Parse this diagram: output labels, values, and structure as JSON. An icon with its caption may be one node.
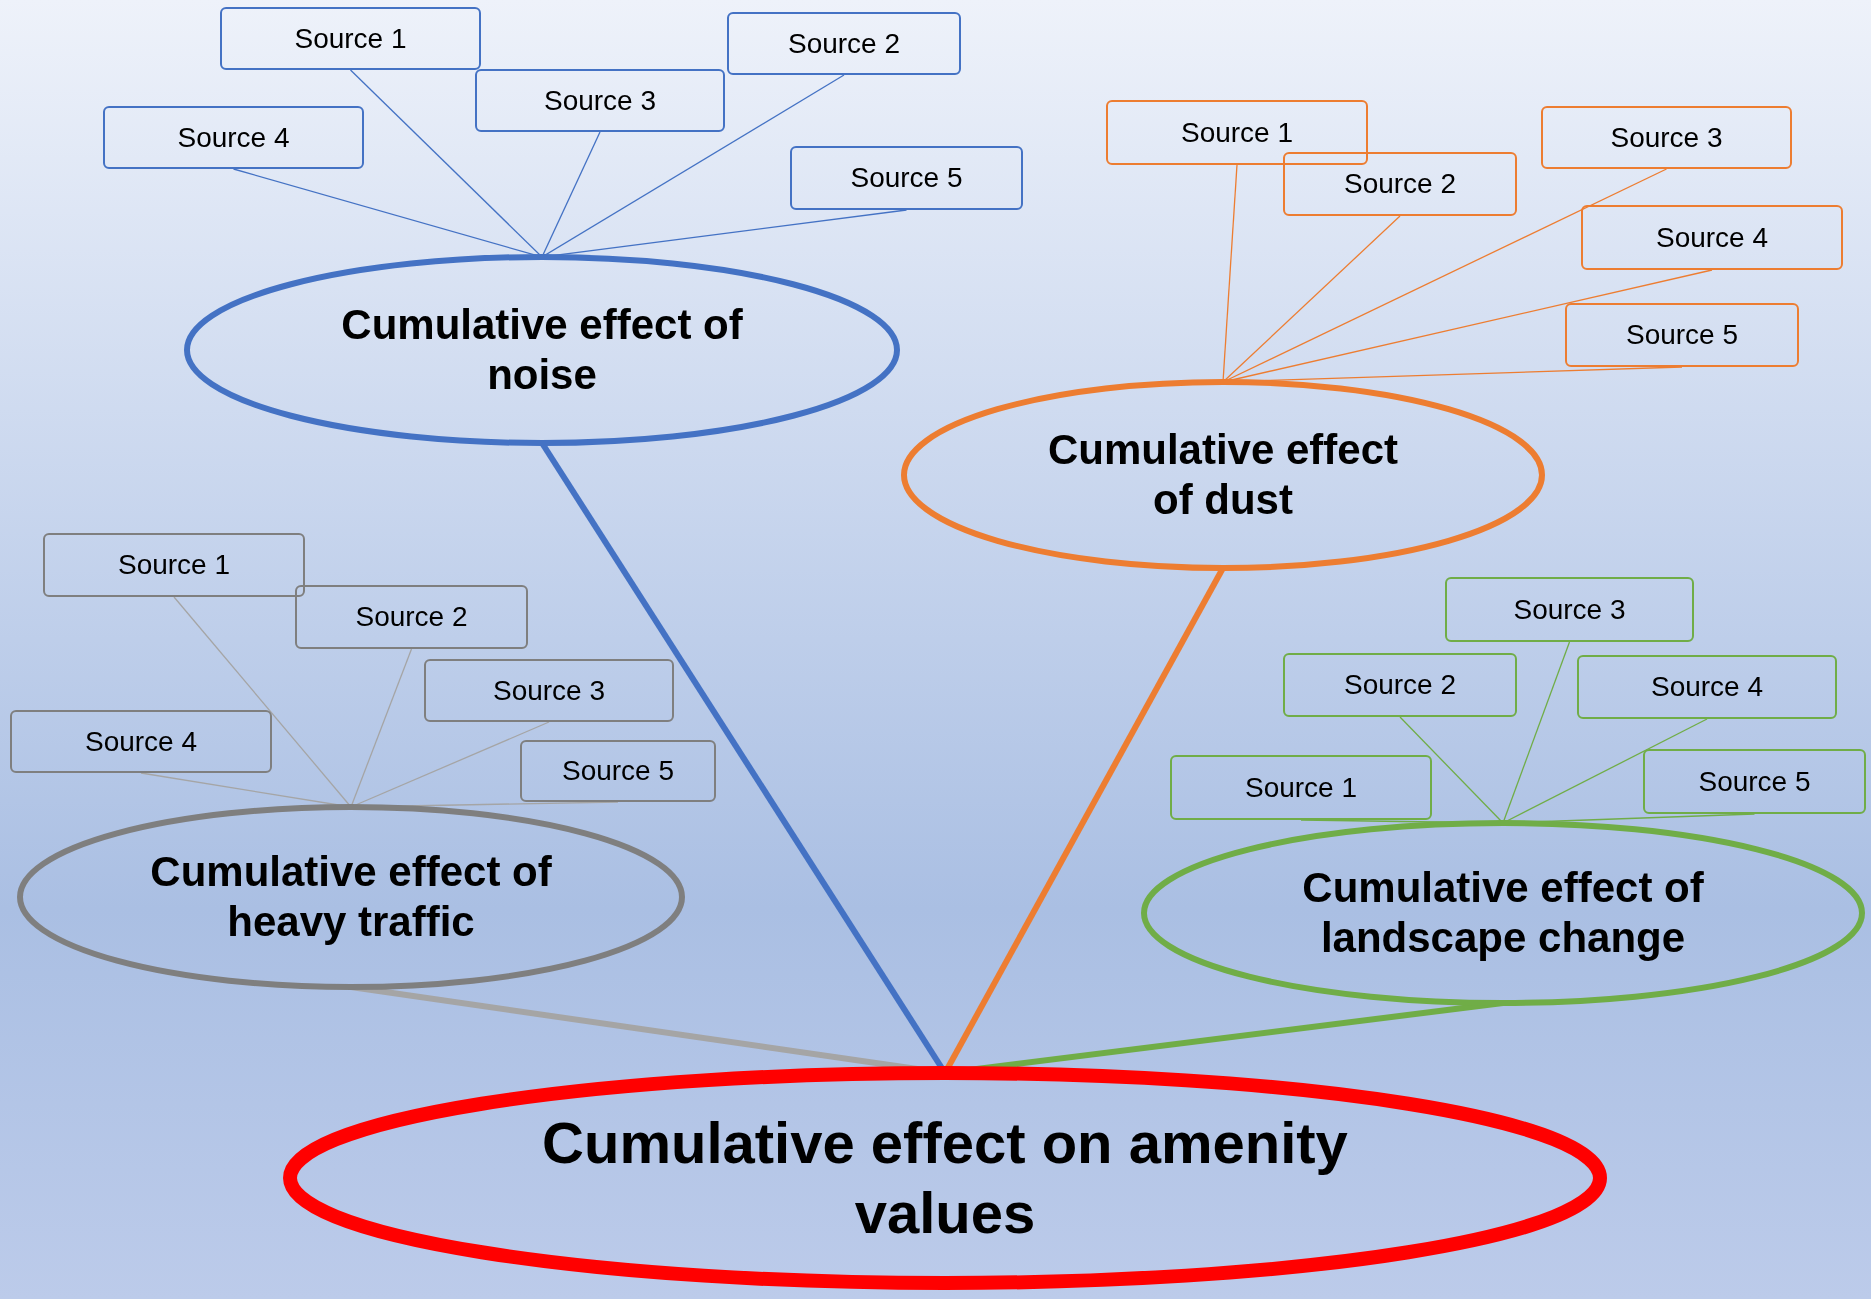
{
  "diagram": {
    "nodes": [
      {
        "text": [
          "Cumulative effect of noise"
        ]
      },
      {
        "text": [
          "Source 1"
        ]
      },
      {
        "text": [
          "Source 2"
        ]
      },
      {
        "text": [
          "Source 3"
        ]
      },
      {
        "text": [
          "Source 4"
        ]
      },
      {
        "text": [
          "Source 5"
        ]
      },
      {
        "text": [
          "Cumulative effect of dust"
        ]
      },
      {
        "text": [
          "Source 1"
        ]
      },
      {
        "text": [
          "Source 2"
        ]
      },
      {
        "text": [
          "Source 3"
        ]
      },
      {
        "text": [
          "Source 4"
        ]
      },
      {
        "text": [
          "Source 5"
        ]
      },
      {
        "text": [
          "Cumulative effect of heavy traffic"
        ]
      },
      {
        "text": [
          "Source 1"
        ]
      },
      {
        "text": [
          "Source 2"
        ]
      },
      {
        "text": [
          "Source 3"
        ]
      },
      {
        "text": [
          "Source 4"
        ]
      },
      {
        "text": [
          "Source 5"
        ]
      },
      {
        "text": [
          "Cumulative effect of landscape change"
        ]
      },
      {
        "text": [
          "Source 1"
        ]
      },
      {
        "text": [
          "Source 2"
        ]
      },
      {
        "text": [
          "Source 3"
        ]
      },
      {
        "text": [
          "Source 4"
        ]
      },
      {
        "text": [
          "Source 5"
        ]
      },
      {
        "text": [
          "Cumulative effect on amenity values"
        ]
      }
    ],
    "edges": [
      {
        "from": 1,
        "to": 0,
        "arrow": "none",
        "color": "#4472c4"
      },
      {
        "from": 2,
        "to": 0,
        "arrow": "none",
        "color": "#4472c4"
      },
      {
        "from": 3,
        "to": 0,
        "arrow": "none",
        "color": "#4472c4"
      },
      {
        "from": 4,
        "to": 0,
        "arrow": "none",
        "color": "#4472c4"
      },
      {
        "from": 5,
        "to": 0,
        "arrow": "none",
        "color": "#4472c4"
      },
      {
        "from": 7,
        "to": 6,
        "arrow": "none",
        "color": "#ed7d31"
      },
      {
        "from": 8,
        "to": 6,
        "arrow": "none",
        "color": "#ed7d31"
      },
      {
        "from": 9,
        "to": 6,
        "arrow": "none",
        "color": "#ed7d31"
      },
      {
        "from": 10,
        "to": 6,
        "arrow": "none",
        "color": "#ed7d31"
      },
      {
        "from": 11,
        "to": 6,
        "arrow": "none",
        "color": "#ed7d31"
      },
      {
        "from": 13,
        "to": 12,
        "arrow": "none",
        "color": "#a5a5a5"
      },
      {
        "from": 14,
        "to": 12,
        "arrow": "none",
        "color": "#a5a5a5"
      },
      {
        "from": 15,
        "to": 12,
        "arrow": "none",
        "color": "#a5a5a5"
      },
      {
        "from": 16,
        "to": 12,
        "arrow": "none",
        "color": "#a5a5a5"
      },
      {
        "from": 17,
        "to": 12,
        "arrow": "none",
        "color": "#a5a5a5"
      },
      {
        "from": 19,
        "to": 18,
        "arrow": "none",
        "color": "#70ad47"
      },
      {
        "from": 20,
        "to": 18,
        "arrow": "none",
        "color": "#70ad47"
      },
      {
        "from": 21,
        "to": 18,
        "arrow": "none",
        "color": "#70ad47"
      },
      {
        "from": 22,
        "to": 18,
        "arrow": "none",
        "color": "#70ad47"
      },
      {
        "from": 23,
        "to": 18,
        "arrow": "none",
        "color": "#70ad47"
      },
      {
        "from": 0,
        "to": 24,
        "arrow": "none",
        "style": "thick",
        "color": "#4472c4"
      },
      {
        "from": 6,
        "to": 24,
        "arrow": "none",
        "style": "thick",
        "color": "#ed7d31"
      },
      {
        "from": 12,
        "to": 24,
        "arrow": "none",
        "style": "thick",
        "color": "#a5a5a5"
      },
      {
        "from": 18,
        "to": 24,
        "arrow": "none",
        "style": "thick",
        "color": "#70ad47"
      }
    ]
  }
}
